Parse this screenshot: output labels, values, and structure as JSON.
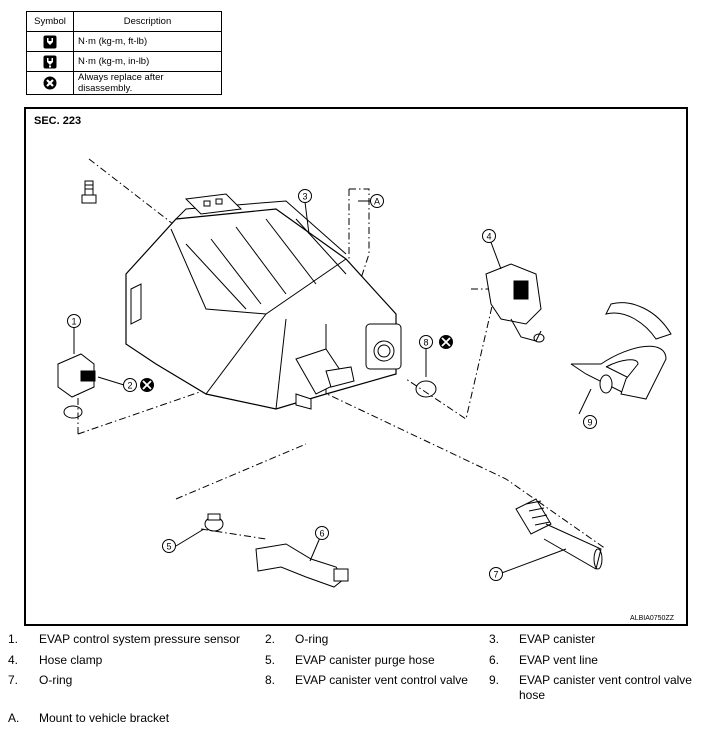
{
  "table": {
    "header_symbol": "Symbol",
    "header_description": "Description",
    "rows": [
      {
        "icon": "torque-wrench-icon",
        "description": "N·m (kg-m, ft-lb)"
      },
      {
        "icon": "torque-wrench-small-icon",
        "description": "N·m (kg-m, in-lb)"
      },
      {
        "icon": "replace-x-icon",
        "description": "Always replace after disassembly."
      }
    ]
  },
  "figure": {
    "section_label": "SEC. 223",
    "figure_code": "ALBIA0750ZZ",
    "callouts": [
      "1",
      "2",
      "3",
      "4",
      "5",
      "6",
      "7",
      "8",
      "9",
      "A"
    ]
  },
  "legend": {
    "items": [
      {
        "num": "1.",
        "text": "EVAP control system pressure sensor"
      },
      {
        "num": "2.",
        "text": "O-ring"
      },
      {
        "num": "3.",
        "text": "EVAP canister"
      },
      {
        "num": "4.",
        "text": "Hose clamp"
      },
      {
        "num": "5.",
        "text": "EVAP canister purge hose"
      },
      {
        "num": "6.",
        "text": "EVAP vent line"
      },
      {
        "num": "7.",
        "text": "O-ring"
      },
      {
        "num": "8.",
        "text": "EVAP canister vent control valve"
      },
      {
        "num": "9.",
        "text": "EVAP canister vent control valve"
      },
      {
        "num": "",
        "text": "hose"
      },
      {
        "num": "A.",
        "text": "Mount to vehicle bracket"
      }
    ]
  }
}
